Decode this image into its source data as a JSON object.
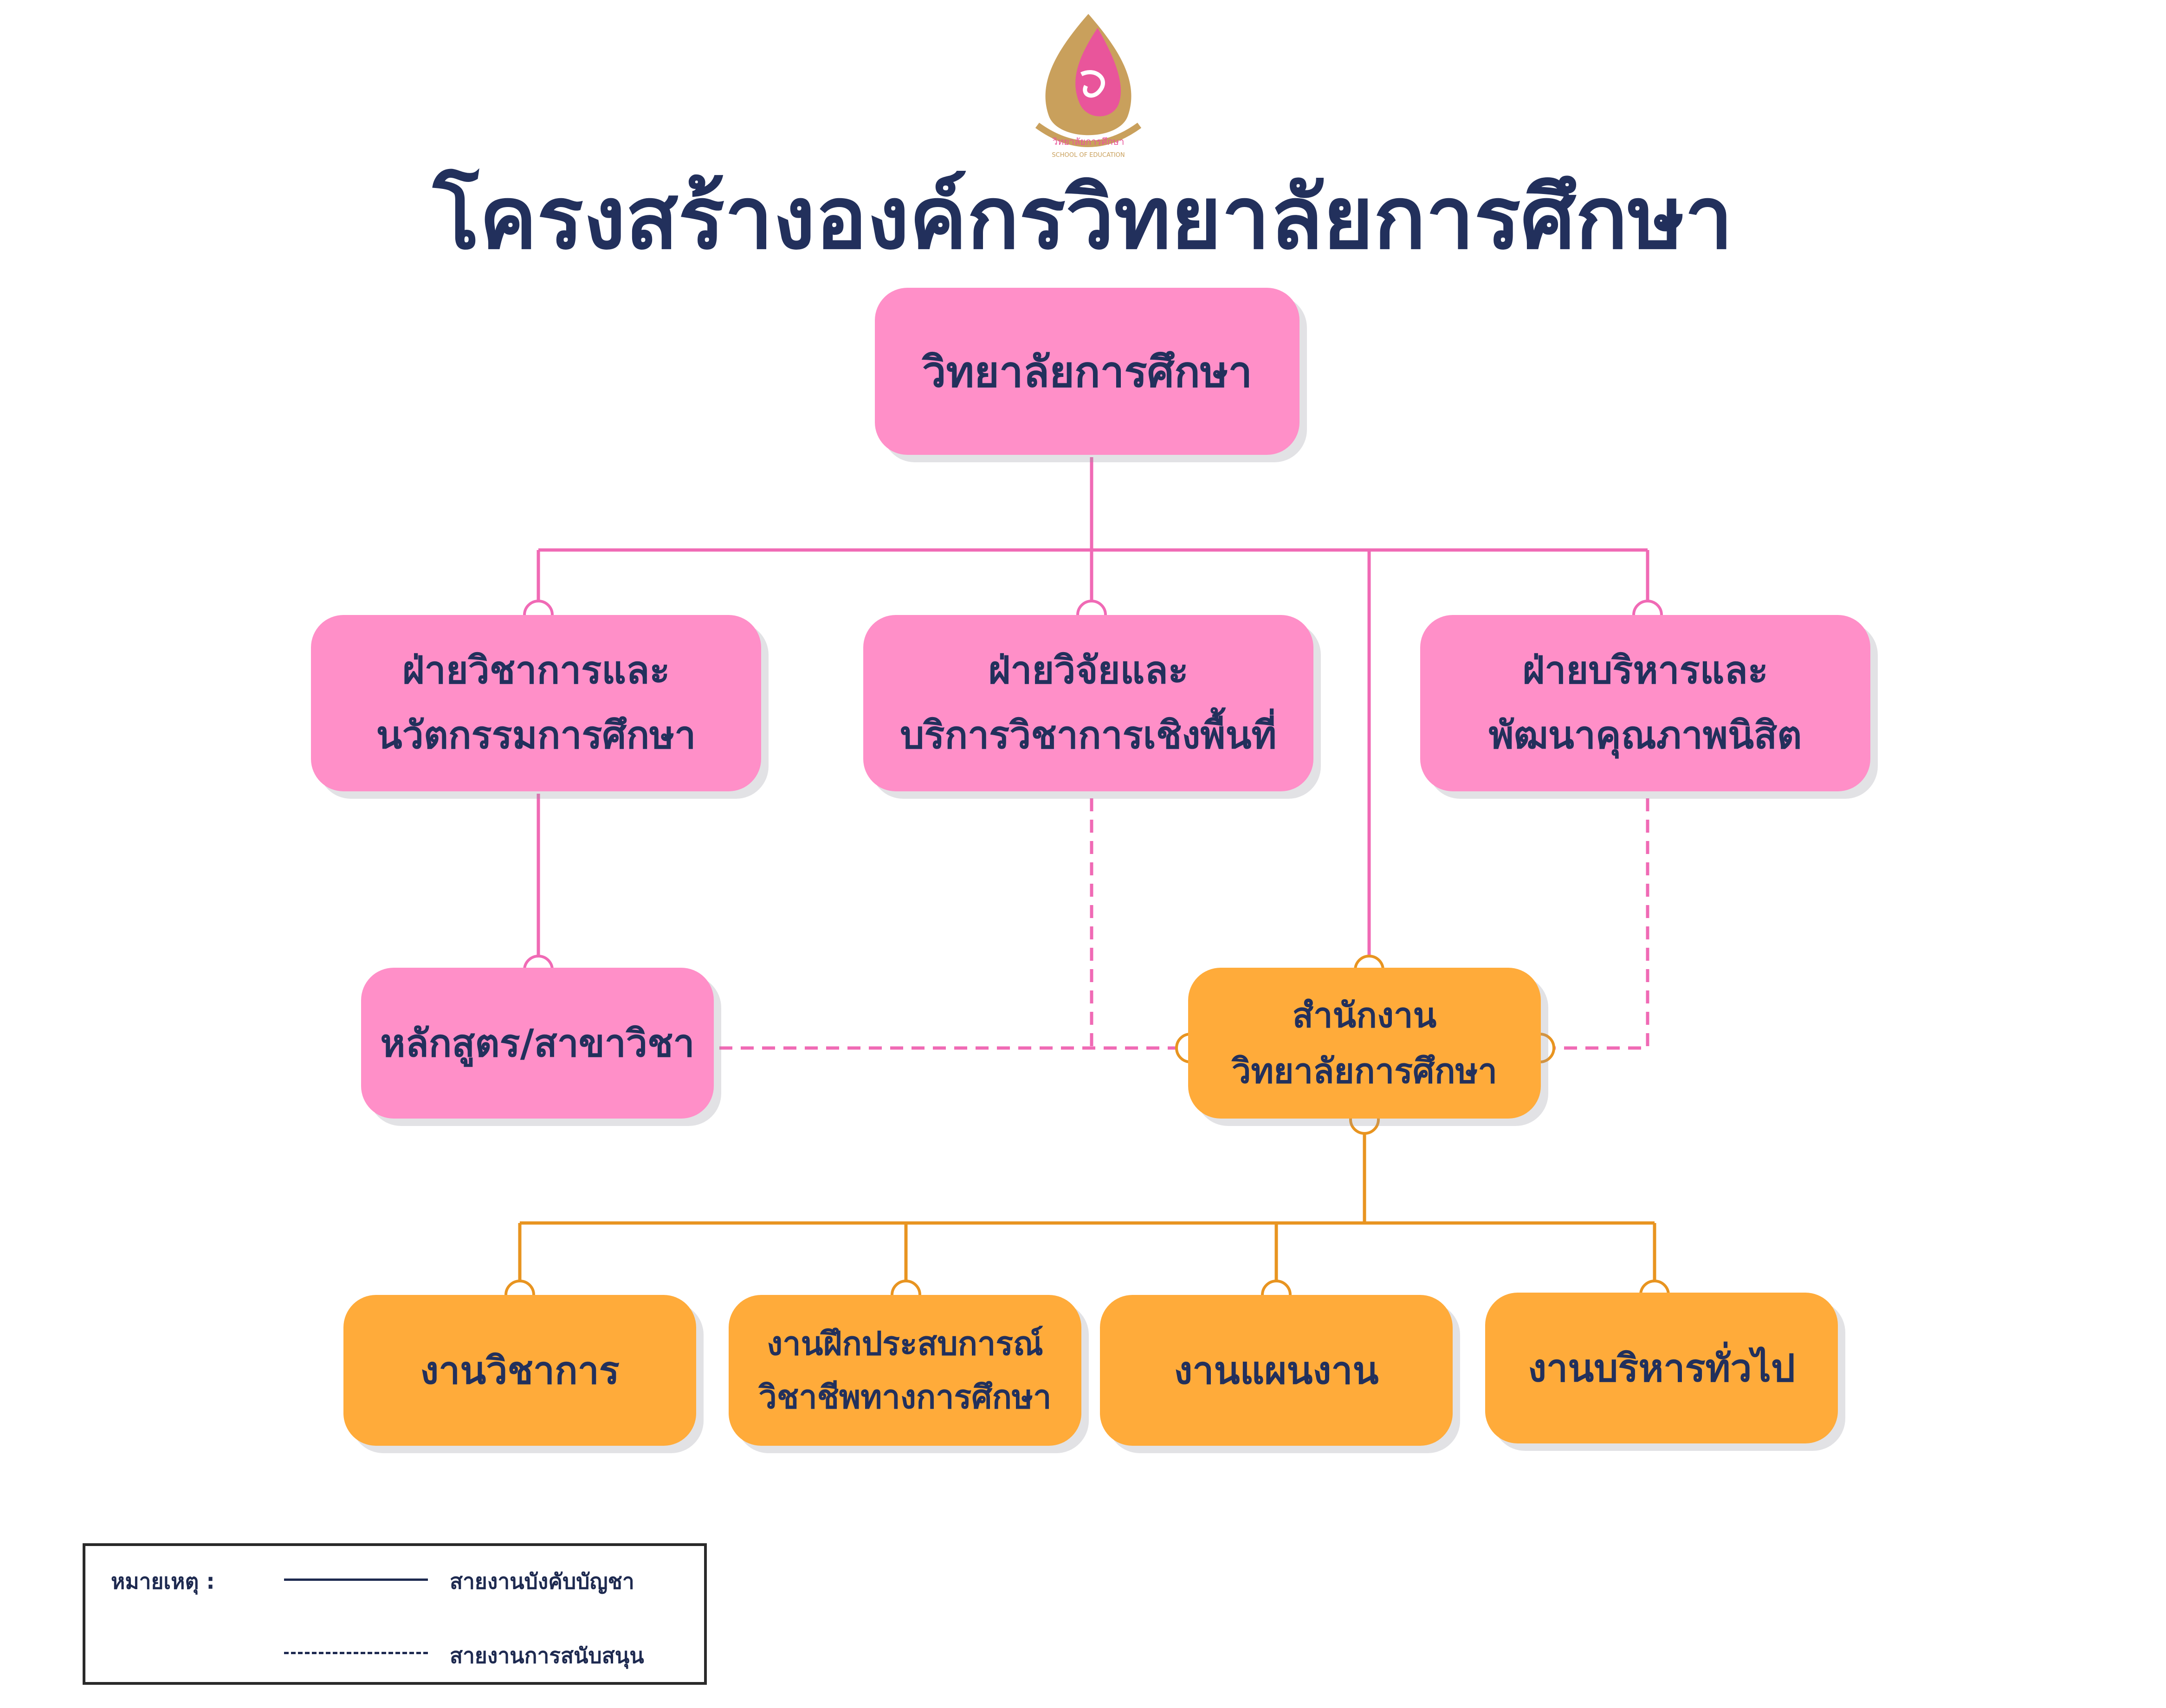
{
  "logo": {
    "text_top": "วิทยาลัยการศึกษา",
    "text_bottom": "SCHOOL OF EDUCATION",
    "colors": {
      "pink": "#e9559b",
      "gold": "#c9a05c"
    }
  },
  "title": "โครงสร้างองค์กรวิทยาลัยการศึกษา",
  "nodes": {
    "root": {
      "lines": [
        "วิทยาลัยการศึกษา"
      ]
    },
    "academic_division": {
      "lines": [
        "ฝ่ายวิชาการและ",
        "นวัตกรรมการศึกษา"
      ]
    },
    "research_division": {
      "lines": [
        "ฝ่ายวิจัยและ",
        "บริการวิชาการเชิงพื้นที่"
      ]
    },
    "admin_division": {
      "lines": [
        "ฝ่ายบริหารและ",
        "พัฒนาคุณภาพนิสิต"
      ]
    },
    "curriculum": {
      "lines": [
        "หลักสูตร/สาขาวิชา"
      ]
    },
    "office": {
      "lines": [
        "สำนักงาน",
        "วิทยาลัยการศึกษา"
      ]
    },
    "academic_affairs": {
      "lines": [
        "งานวิชาการ"
      ]
    },
    "practicum": {
      "lines": [
        "งานฝึกประสบการณ์",
        "วิชาชีพทางการศึกษา"
      ]
    },
    "planning": {
      "lines": [
        "งานแผนงาน"
      ]
    },
    "general_admin": {
      "lines": [
        "งานบริหารทั่วไป"
      ]
    }
  },
  "legend": {
    "label": "หมายเหตุ :",
    "items": [
      {
        "style": "solid",
        "text": "สายงานบังคับบัญชา"
      },
      {
        "style": "dashed",
        "text": "สายงานการสนับสนุน"
      }
    ]
  },
  "colors": {
    "title": "#22305c",
    "pink_box": "#ff8fc8",
    "orange_box": "#ffab3a",
    "pink_line": "#f06ab5",
    "orange_line": "#e89420",
    "text": "#22305c"
  }
}
